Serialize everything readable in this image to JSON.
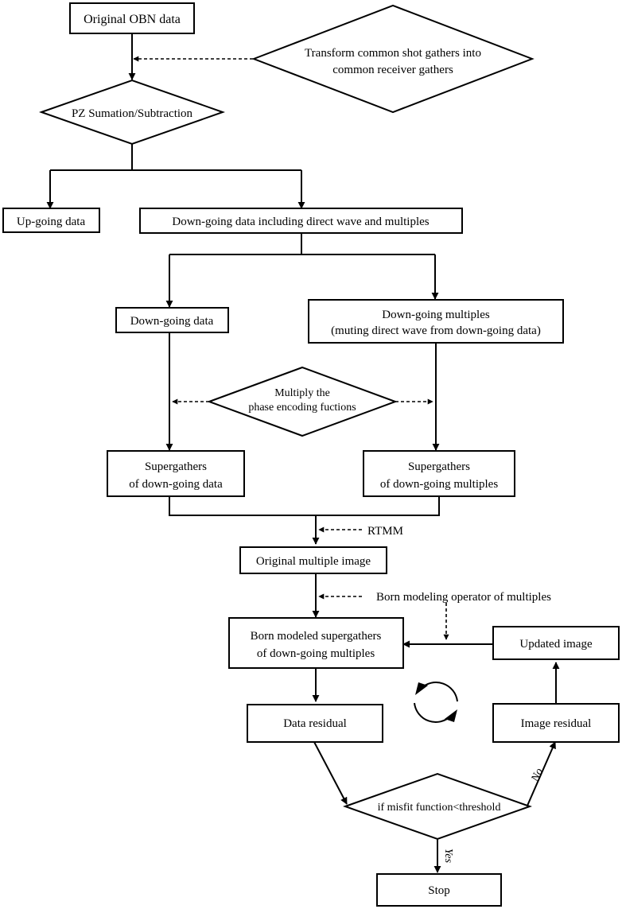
{
  "nodes": {
    "original_obn_data": "Original OBN data",
    "transform_gathers": [
      "Transform common shot gathers into",
      "common receiver gathers"
    ],
    "pz_sum": "PZ Sumation/Subtraction",
    "up_going_data": "Up-going data",
    "down_going_all": "Down-going data including direct wave and multiples",
    "down_going_data": "Down-going data",
    "down_going_multiples": [
      "Down-going  multiples",
      "(muting direct wave from down-going data)"
    ],
    "multiply_phase": [
      "Multiply the",
      "phase encoding fuctions"
    ],
    "supergathers_data": [
      "Supergathers",
      "of down-going data"
    ],
    "supergathers_multiples": [
      "Supergathers",
      "of down-going multiples"
    ],
    "rtmm": "RTMM",
    "original_multiple_image": "Original multiple image",
    "born_operator": "Born modeling operator of multiples",
    "born_supergathers": [
      "Born modeled supergathers",
      "of down-going multiples"
    ],
    "updated_image": "Updated image",
    "data_residual": "Data residual",
    "image_residual": "Image residual",
    "misfit_decision": "if misfit function<threshold",
    "stop": "Stop"
  },
  "edge_labels": {
    "no": "No",
    "yes": "Yes"
  }
}
